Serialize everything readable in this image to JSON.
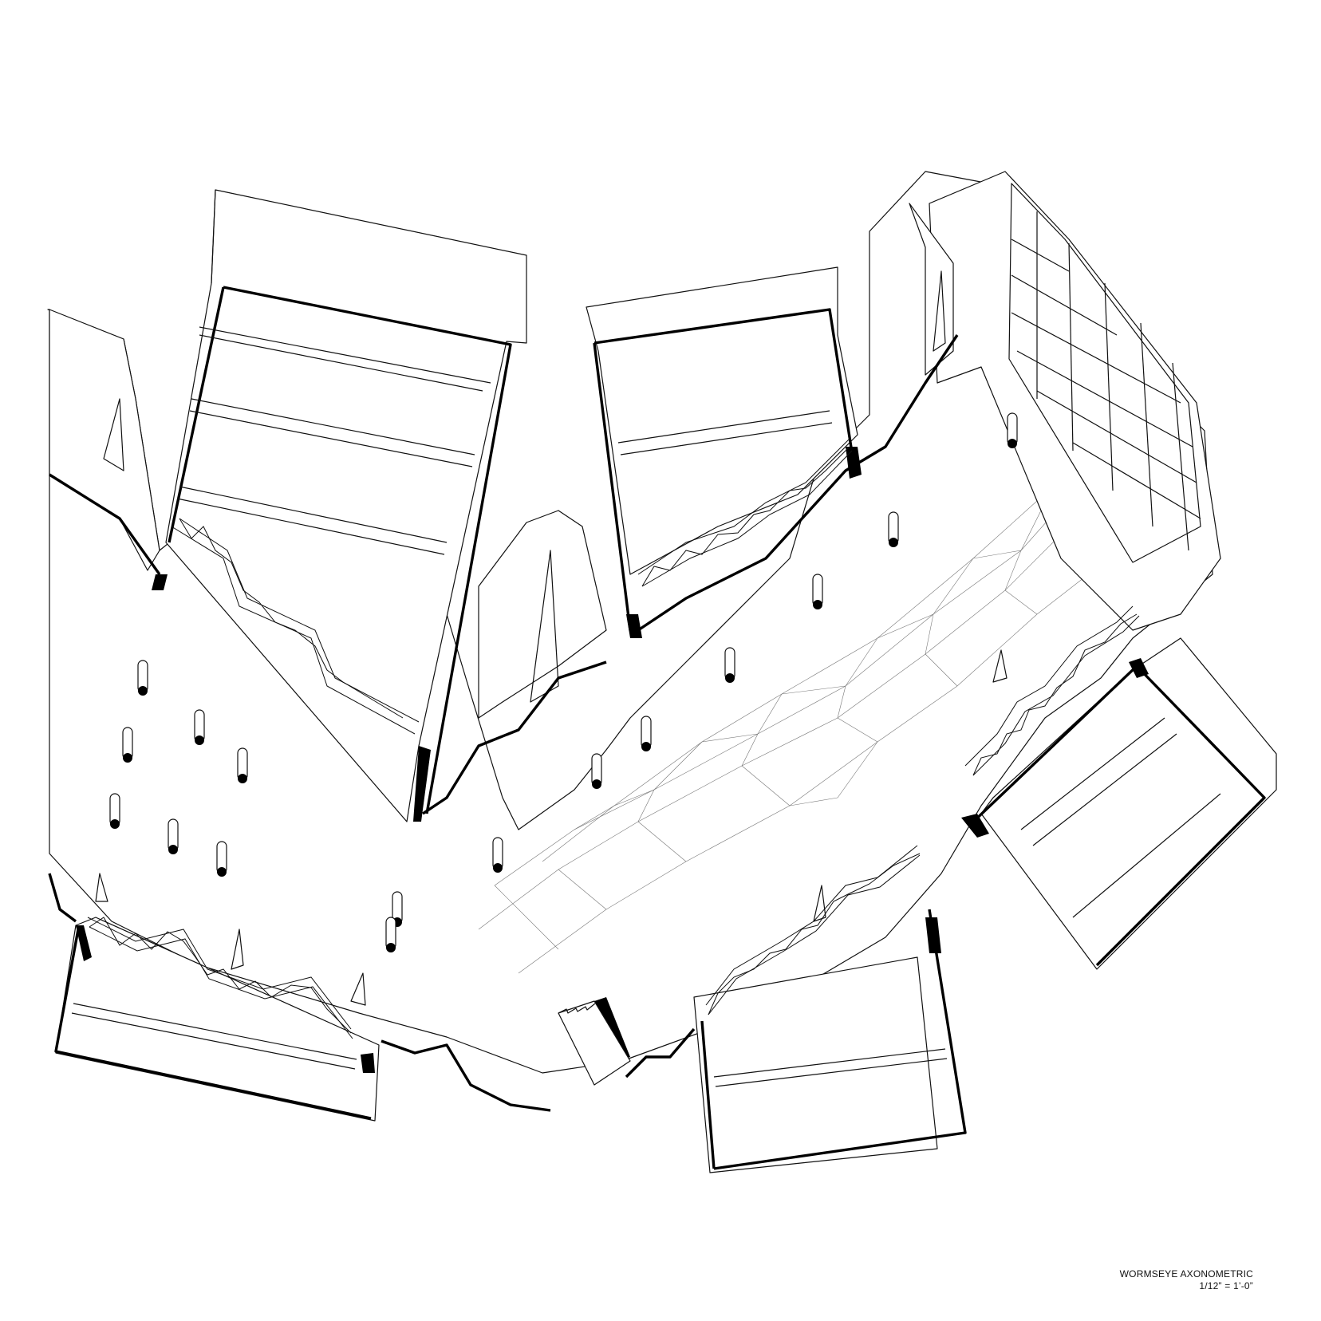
{
  "caption": {
    "title": "WORMSEYE AXONOMETRIC",
    "scale": "1/12” = 1’-0”"
  },
  "colors": {
    "background": "#ffffff",
    "line": "#000000",
    "hairline": "#777777"
  },
  "drawing": {
    "column_count": 16
  }
}
